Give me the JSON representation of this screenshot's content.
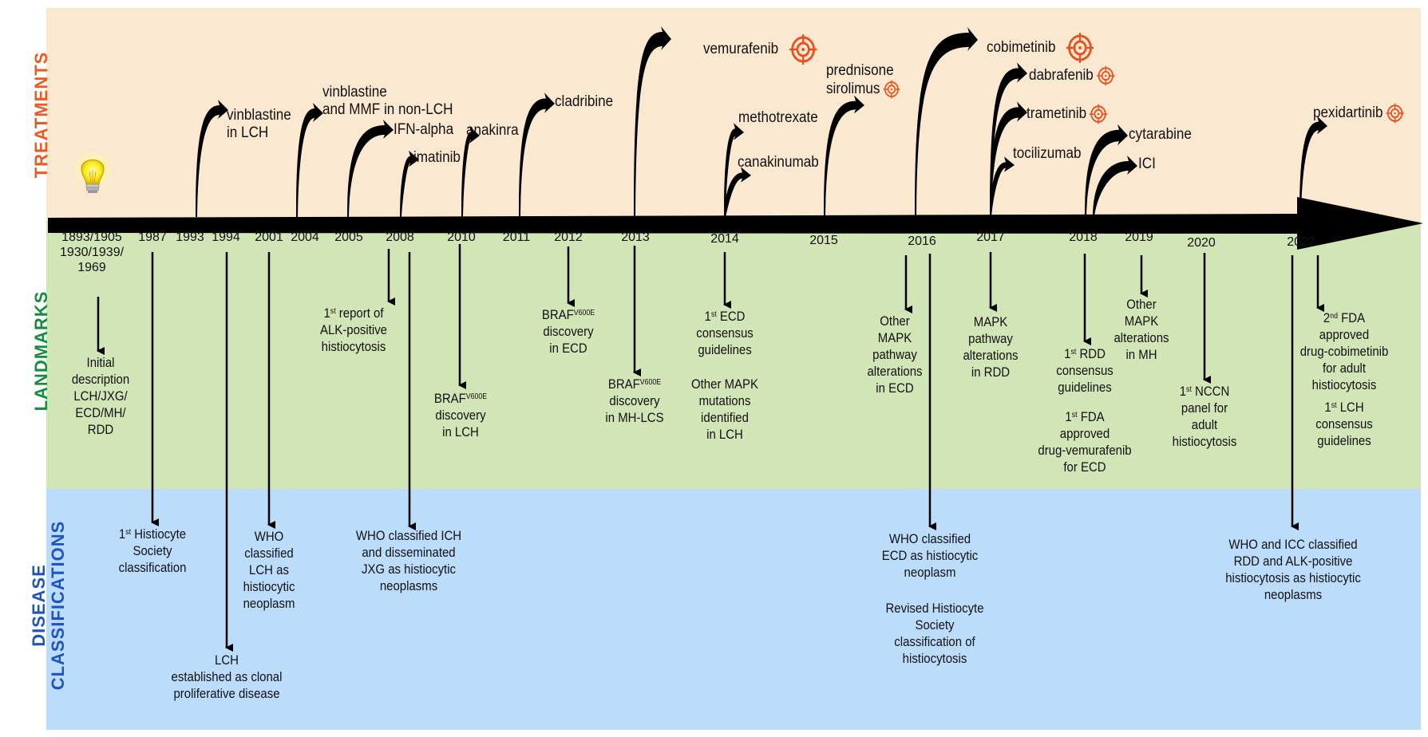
{
  "sections": {
    "treatments": "TREATMENTS",
    "landmarks": "LANDMARKS",
    "classifications": "DISEASE\nCLASSIFICATIONS"
  },
  "colors": {
    "treatments_bg": "#fbe8d1",
    "landmarks_bg": "#d2e5b6",
    "classifications_bg": "#bcdcfb",
    "treatments_label": "#ec5a24",
    "landmarks_label": "#198b3f",
    "classifications_label": "#1f54c0",
    "target_icon": "#e8501e"
  },
  "years": [
    "1893/1905\n1930/1939/\n1969",
    "1987",
    "1993",
    "1994",
    "2001",
    "2004",
    "2005",
    "2008",
    "2010",
    "2011",
    "2012",
    "2013",
    "2014",
    "2015",
    "2016",
    "2017",
    "2018",
    "2019",
    "2020",
    "2022"
  ],
  "treatments": [
    {
      "year": "1993",
      "label": "vinblastine\nin LCH",
      "targeted": false
    },
    {
      "year": "2004",
      "label": "vinblastine\nand MMF in non-LCH",
      "targeted": false
    },
    {
      "year": "2005",
      "label": "IFN-alpha",
      "targeted": false
    },
    {
      "year": "2008",
      "label": "imatinib",
      "targeted": false
    },
    {
      "year": "2010",
      "label": "anakinra",
      "targeted": false
    },
    {
      "year": "2011",
      "label": "cladribine",
      "targeted": false
    },
    {
      "year": "2013",
      "label": "vemurafenib",
      "targeted": true
    },
    {
      "year": "2014",
      "label": "methotrexate",
      "targeted": false
    },
    {
      "year": "2014",
      "label": "canakinumab",
      "targeted": false
    },
    {
      "year": "2015",
      "label": "prednisone\nsirolimus",
      "targeted": true
    },
    {
      "year": "2016",
      "label": "cobimetinib",
      "targeted": true
    },
    {
      "year": "2017",
      "label": "dabrafenib",
      "targeted": true
    },
    {
      "year": "2017",
      "label": "trametinib",
      "targeted": true
    },
    {
      "year": "2017",
      "label": "tocilizumab",
      "targeted": false
    },
    {
      "year": "2018",
      "label": "cytarabine",
      "targeted": false
    },
    {
      "year": "2018",
      "label": "ICI",
      "targeted": false
    },
    {
      "year": "2022",
      "label": "pexidartinib",
      "targeted": true
    }
  ],
  "landmarks": [
    {
      "year": "1893/1905/1930/1939/1969",
      "text": "Initial\ndescription\nLCH/JXG/\nECD/MH/\nRDD"
    },
    {
      "year": "2008",
      "text": "1st report of\nALK-positive\nhistiocytosis"
    },
    {
      "year": "2010",
      "text": "BRAFV600E\ndiscovery\nin LCH"
    },
    {
      "year": "2012",
      "text": "BRAFV600E\ndiscovery\nin ECD"
    },
    {
      "year": "2013",
      "text": "BRAFV600E\ndiscovery\nin MH-LCS"
    },
    {
      "year": "2014",
      "text": "1st ECD\nconsensus\nguidelines"
    },
    {
      "year": "2014",
      "text": "Other MAPK\nmutations\nidentified\nin LCH"
    },
    {
      "year": "2016",
      "text": "Other\nMAPK\npathway\nalterations\nin ECD"
    },
    {
      "year": "2017",
      "text": "MAPK\npathway\nalterations\nin RDD"
    },
    {
      "year": "2018",
      "text": "1st RDD\nconsensus\nguidelines"
    },
    {
      "year": "2018",
      "text": "1st FDA\napproved\ndrug-vemurafenib\nfor ECD"
    },
    {
      "year": "2019",
      "text": "Other\nMAPK\nalterations\nin MH"
    },
    {
      "year": "2020",
      "text": "1st NCCN\npanel for\nadult\nhistiocytosis"
    },
    {
      "year": "2022",
      "text": "2nd FDA\napproved\ndrug-cobimetinib\nfor adult\nhistiocytosis"
    },
    {
      "year": "2022",
      "text": "1st LCH\nconsensus\nguidelines"
    }
  ],
  "classifications": [
    {
      "year": "1987",
      "text": "1st Histiocyte\nSociety\nclassification"
    },
    {
      "year": "1994",
      "text": "LCH\nestablished as clonal\nproliferative disease"
    },
    {
      "year": "2001",
      "text": "WHO\nclassified\nLCH as\nhistiocytic\nneoplasm"
    },
    {
      "year": "2008",
      "text": "WHO classified ICH\nand disseminated\nJXG as histiocytic\nneoplasms"
    },
    {
      "year": "2016",
      "text": "WHO classified\nECD as histiocytic\nneoplasm"
    },
    {
      "year": "2016",
      "text": "Revised Histiocyte\nSociety\nclassification of\nhistiocytosis"
    },
    {
      "year": "2022",
      "text": "WHO and ICC classified\nRDD and ALK-positive\nhistiocytosis as histiocytic\nneoplasms"
    }
  ]
}
